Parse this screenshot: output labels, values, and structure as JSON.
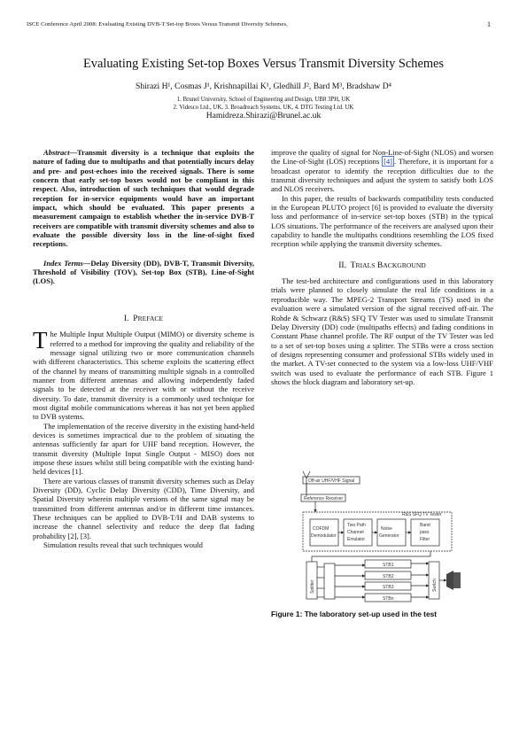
{
  "header": {
    "running_title": "ISCE Conference April 2008: Evaluating Existing DVB-T Set-top Boxes Versus Transmit Diversity Schemes,",
    "page_number": "1"
  },
  "title": "Evaluating Existing Set-top Boxes Versus Transmit Diversity Schemes",
  "authors": "Shirazi H¹, Cosmas J¹, Krishnapillai K¹, Gledhill J², Bard M³, Bradshaw D⁴",
  "affiliations": [
    "1.  Brunel University, School of Engineering and Design, UB8 3PH, UK",
    "2.  Videsco Ltd., UK, 3.  Broadreach Systems, UK, 4.  DTG Testing Ltd. UK"
  ],
  "email": "Hamidreza.Shirazi@Brunel.ac.uk",
  "abstract": {
    "label": "Abstract",
    "text": "—Transmit diversity is a technique that exploits the nature of fading due to multipaths and that potentially incurs delay and pre- and post-echoes into the received signals. There is some concern that early set-top boxes would not be compliant in this respect. Also, introduction of such techniques that would degrade reception for in-service equipments would have an important impact, which should be evaluated. This paper presents a measurement campaign to establish whether the in-service DVB-T receivers are compatible with transmit diversity schemes and also to evaluate the possible diversity loss in the line-of-sight fixed receptions."
  },
  "index_terms": {
    "label": "Index Terms",
    "text": "—Delay Diversity (DD), DVB-T, Transmit Diversity, Threshold of Visibility (TOV), Set-top Box (STB), Line-of-Sight (LOS)."
  },
  "section1": {
    "number": "I.",
    "title_first": "P",
    "title_rest": "REFACE",
    "dropcap": "T",
    "p1": "he Multiple Input Multiple Output (MIMO) or diversity scheme is referred to a method for improving the quality and reliability of the message signal utilizing two or more communication channels with different characteristics. This scheme exploits the scattering effect of the channel by means of transmitting multiple signals in a controlled manner from different antennas and allowing independently faded signals to be detected at the receiver with or without the receive diversity. To date, transmit diversity is a commonly used technique for most digital mobile communications whereas it has not yet been applied to DVB systems.",
    "p2": "The implementation of the receive diversity in the existing hand-held devices is sometimes impractical due to the problem of situating the antennas sufficiently far apart for UHF band reception. However, the transmit diversity (Multiple Input Single Output - MISO) does not impose these issues whilst still being compatible with the existing hand-held devices [1].",
    "p3": "There are various classes of transmit diversity schemes such as Delay Diversity (DD), Cyclic Delay Diversity (CDD), Time Diversity, and Spatial Diversity wherein multiple versions of the same signal may be transmitted from different antennas and/or in different time instances. These techniques can be applied to DVB-T/H and DAB systems to increase the channel selectivity and reduce the deep flat fading probability [2], [3].",
    "p4": "Simulation results reveal that such techniques would"
  },
  "right_intro": {
    "p1_before": "improve the quality of signal for Non-Line-of-Sight (NLOS) and worsen the Line-of-Sight (LOS) receptions ",
    "p1_ref": "[4]",
    "p1_after": ". Therefore, it is important for a broadcast operator to identify the reception difficulties due to the transmit diversity techniques and adjust the system to satisfy both LOS and NLOS receivers.",
    "p2": "In this paper, the results of backwards compatibility tests conducted in the European PLUTO project [6] is provided to evaluate the diversity loss and performance of in-service set-top boxes (STB) in the typical LOS situations. The performance of the receivers are analysed upon their capability to handle the multipaths conditions resembling the LOS fixed reception while applying the transmit diversity schemes."
  },
  "section2": {
    "number": "II.",
    "title_first1": "T",
    "title_rest1": "RIALS",
    "title_first2": "B",
    "title_rest2": "ACKGROUND",
    "p1": "The test-bed architecture and configurations used in this laboratory trials were planned to closely simulate the real life conditions in a reproducible way. The MPEG-2 Transport Streams (TS) used in the evaluation were a simulated version of the signal received off-air. The Rohde & Schwarz (R&S) SFQ TV Tester was used to simulate Transmit Delay Diversity (DD) code (multipaths effects) and fading conditions in Constant Phase channel profile. The RF output of the TV Tester was led to a set of set-top boxes using a splitter. The STBs were a cross section of designs representing consumer and professional STBs widely used in the market. A TV-set connected to the system via a low-loss UHF/VHF switch was used to evaluate the performance of each STB. Figure 1 shows the block diagram and laboratory set-up."
  },
  "figure": {
    "caption": "Figure 1: The laboratory set-up used in the test",
    "labels": {
      "antenna_box": "Off-air UHF/VHF Signal",
      "tuner": "Reference Receiver",
      "sfq": "R&S SFQ TV Tester",
      "block1_l1": "COFDM",
      "block1_l2": "Demodulator",
      "block2_l1": "Two Path",
      "block2_l2": "Channel",
      "block2_l3": "Emulator",
      "block3_l1": "Noise",
      "block3_l2": "Generator",
      "block4_l1": "Band",
      "block4_l2": "pass",
      "block4_l3": "Filter",
      "splitter": "Splitter",
      "switch": "Switch",
      "stb1": "STB1",
      "stb2": "STB2",
      "stb3": "STB3",
      "stbn": "STBn"
    }
  }
}
